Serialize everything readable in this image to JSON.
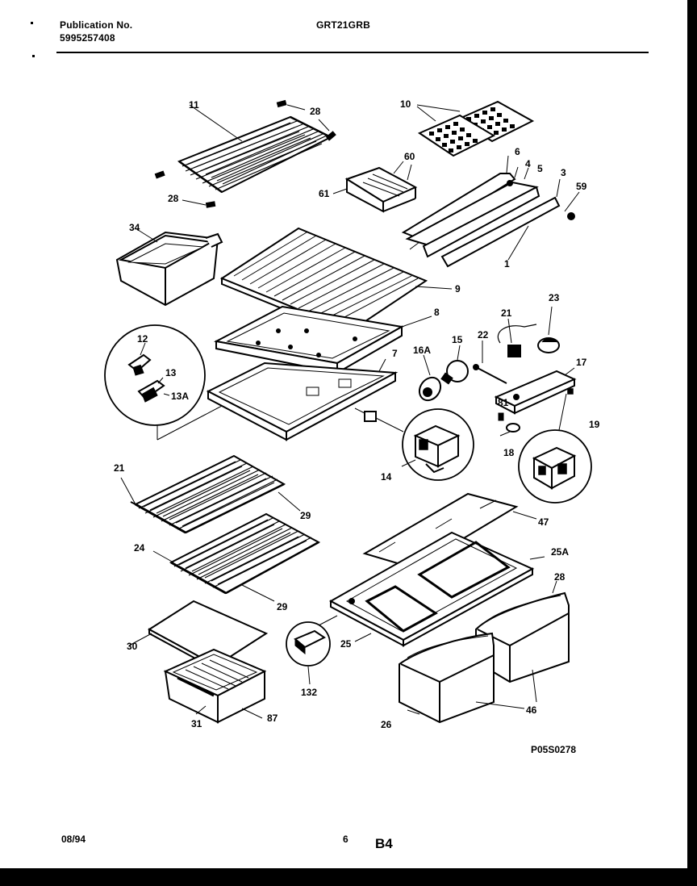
{
  "header": {
    "publication_label": "Publication No.",
    "publication_number": "5995257408",
    "model": "GRT21GRB"
  },
  "footer": {
    "date": "08/94",
    "page_number": "6",
    "section": "B4",
    "figure_code": "P05S0278"
  },
  "callouts": [
    "11",
    "28",
    "28",
    "10",
    "60",
    "61",
    "6",
    "4",
    "5",
    "3",
    "59",
    "1",
    "34",
    "9",
    "8",
    "7",
    "12",
    "13",
    "13A",
    "16A",
    "15",
    "21",
    "22",
    "23",
    "17",
    "81",
    "18",
    "19",
    "14",
    "21",
    "29",
    "24",
    "29",
    "47",
    "25A",
    "28",
    "30",
    "25",
    "132",
    "31",
    "87",
    "26",
    "46"
  ]
}
